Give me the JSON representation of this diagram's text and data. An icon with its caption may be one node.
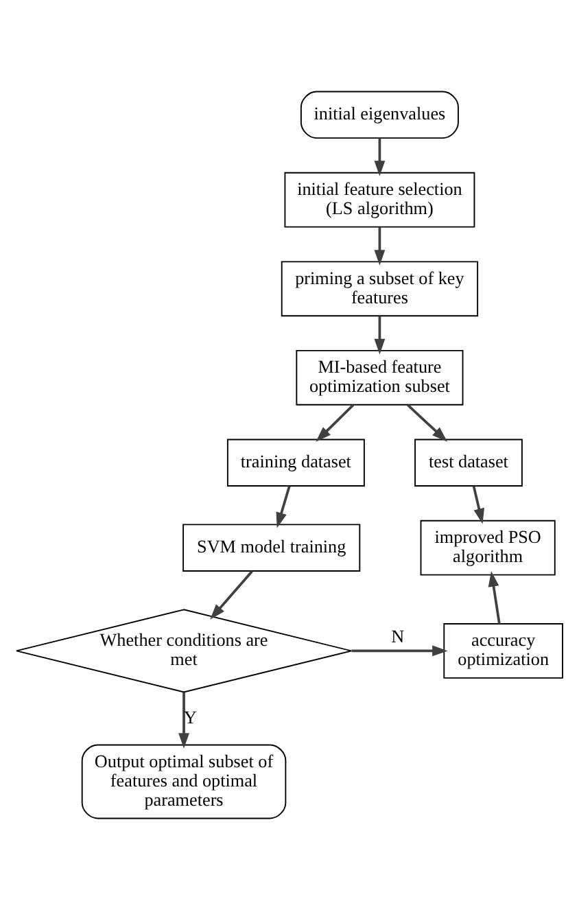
{
  "diagram": {
    "nodes": [
      {
        "text": [
          "initial eigenvalues"
        ]
      },
      {
        "text": [
          "initial feature selection (LS algorithm)"
        ]
      },
      {
        "text": [
          "priming a subset of key features"
        ]
      },
      {
        "text": [
          "MI-based feature optimization subset"
        ]
      },
      {
        "text": [
          "training dataset"
        ]
      },
      {
        "text": [
          "test dataset"
        ]
      },
      {
        "text": [
          "SVM model training"
        ]
      },
      {
        "text": [
          "improved PSO algorithm"
        ]
      },
      {
        "text": [
          "Whether conditions are met"
        ]
      },
      {
        "text": [
          "accuracy optimization"
        ]
      },
      {
        "text": [
          "Output optimal subset of features and optimal parameters"
        ]
      }
    ],
    "edges": [
      {
        "from": 0,
        "to": 1,
        "arrow": "to"
      },
      {
        "from": 1,
        "to": 2,
        "arrow": "to"
      },
      {
        "from": 2,
        "to": 3,
        "arrow": "to"
      },
      {
        "from": 3,
        "to": 4,
        "arrow": "to"
      },
      {
        "from": 3,
        "to": 5,
        "arrow": "to"
      },
      {
        "from": 4,
        "to": 6,
        "arrow": "to"
      },
      {
        "from": 5,
        "to": 7,
        "arrow": "to"
      },
      {
        "from": 6,
        "to": 8,
        "arrow": "to"
      },
      {
        "from": 8,
        "to": 9,
        "arrow": "to",
        "label": "N"
      },
      {
        "from": 9,
        "to": 7,
        "arrow": "to"
      },
      {
        "from": 8,
        "to": 10,
        "arrow": "to",
        "label": "Y"
      }
    ]
  }
}
